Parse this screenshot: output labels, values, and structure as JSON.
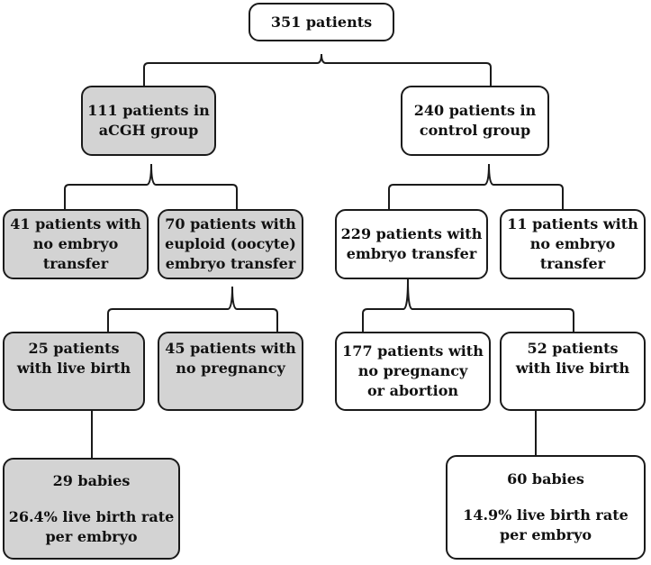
{
  "colors": {
    "group_fill": "#d3d3d3",
    "control_fill": "#ffffff",
    "stroke": "#1a1a1a"
  },
  "nodes": {
    "root": {
      "lines": [
        "351 patients"
      ]
    },
    "acgh": {
      "lines": [
        "111 patients in",
        "aCGH group"
      ]
    },
    "control": {
      "lines": [
        "240 patients in",
        "control group"
      ]
    },
    "acgh_no_transfer": {
      "lines": [
        "41 patients with",
        "no embryo",
        "transfer"
      ]
    },
    "acgh_euploid": {
      "lines": [
        "70 patients with",
        "euploid (oocyte)",
        "embryo transfer"
      ]
    },
    "ctrl_transfer": {
      "lines": [
        "229 patients with",
        "embryo transfer"
      ]
    },
    "ctrl_no_transfer": {
      "lines": [
        "11 patients with",
        "no embryo",
        "transfer"
      ]
    },
    "acgh_live_birth": {
      "lines": [
        "25 patients",
        "with live birth"
      ]
    },
    "acgh_no_pregnancy": {
      "lines": [
        "45 patients with",
        "no pregnancy"
      ]
    },
    "ctrl_no_pregnancy": {
      "lines": [
        "177 patients with",
        "no pregnancy",
        "or  abortion"
      ]
    },
    "ctrl_live_birth": {
      "lines": [
        "52 patients",
        "with live birth"
      ]
    },
    "acgh_babies": {
      "lines": [
        "29 babies",
        "",
        "26.4% live birth rate",
        "per embryo"
      ]
    },
    "ctrl_babies": {
      "lines": [
        "60 babies",
        "",
        "14.9% live birth rate",
        "per embryo"
      ]
    }
  }
}
